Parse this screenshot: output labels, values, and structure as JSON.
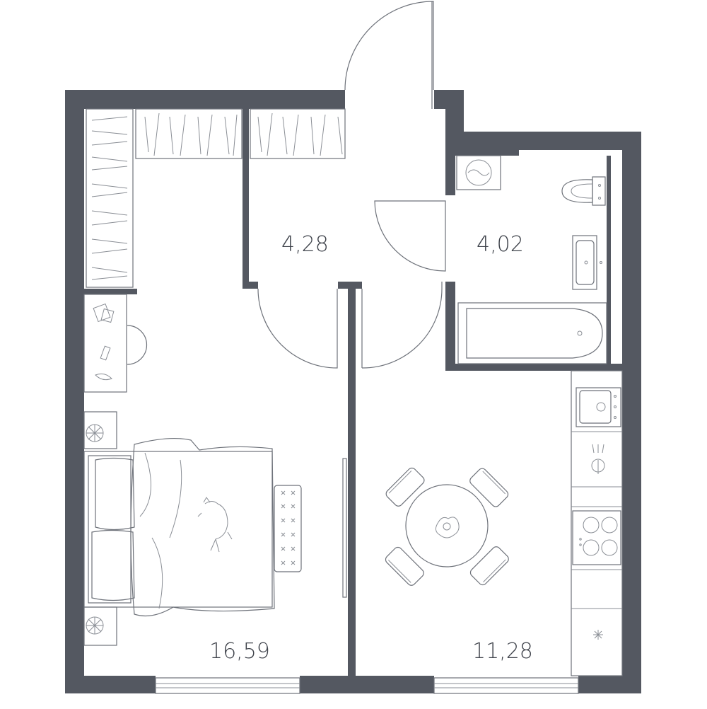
{
  "rooms": {
    "bedroom": {
      "area": "16,59"
    },
    "hall": {
      "area": "4,28"
    },
    "bathroom": {
      "area": "4,02"
    },
    "kitchen": {
      "area": "11,28"
    }
  },
  "colors": {
    "wall": "#545861",
    "line": "#6e727a",
    "text": "#3f434b"
  }
}
